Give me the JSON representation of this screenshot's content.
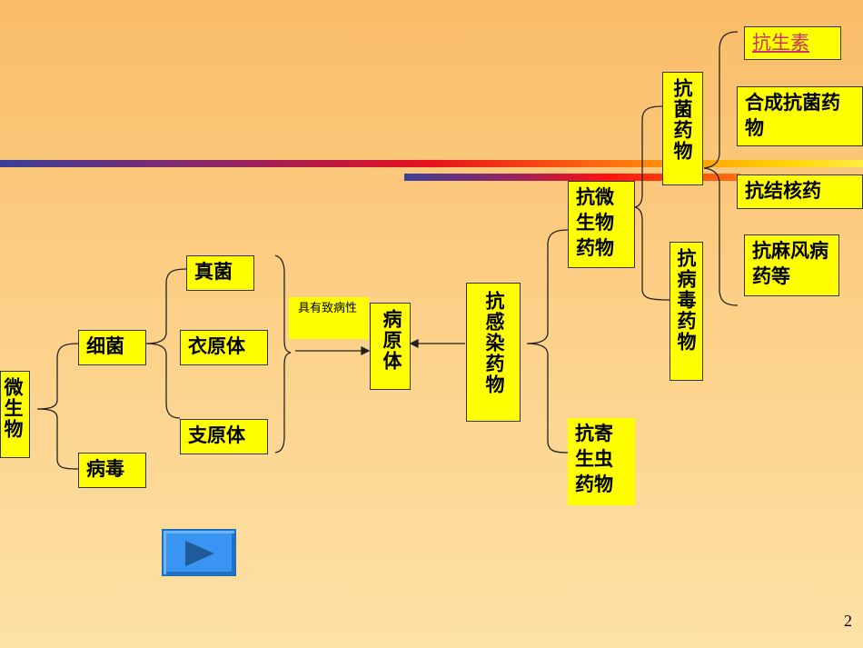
{
  "nodes": {
    "microorganism": "微生物",
    "bacteria": "细菌",
    "virus": "病毒",
    "fungi": "真菌",
    "chlamydia": "衣原体",
    "mycoplasma": "支原体",
    "pathogenic_label": "具有致病性",
    "pathogen": "病原体",
    "anti_infective": "抗感染药物",
    "antimicrobial": "抗微生物药物",
    "antiparasitic": "抗寄生虫药物",
    "antibacterial": "抗菌药物",
    "antiviral": "抗病毒药物",
    "antibiotics": "抗生素",
    "synthetic_antibacterial": "合成抗菌药物",
    "antituberculosis": "抗结核药",
    "antileprosy": "抗麻风病药等"
  },
  "colors": {
    "box": "#ffff00",
    "link": "#cc3366",
    "play": "#3a95f2"
  },
  "page_number": "2"
}
